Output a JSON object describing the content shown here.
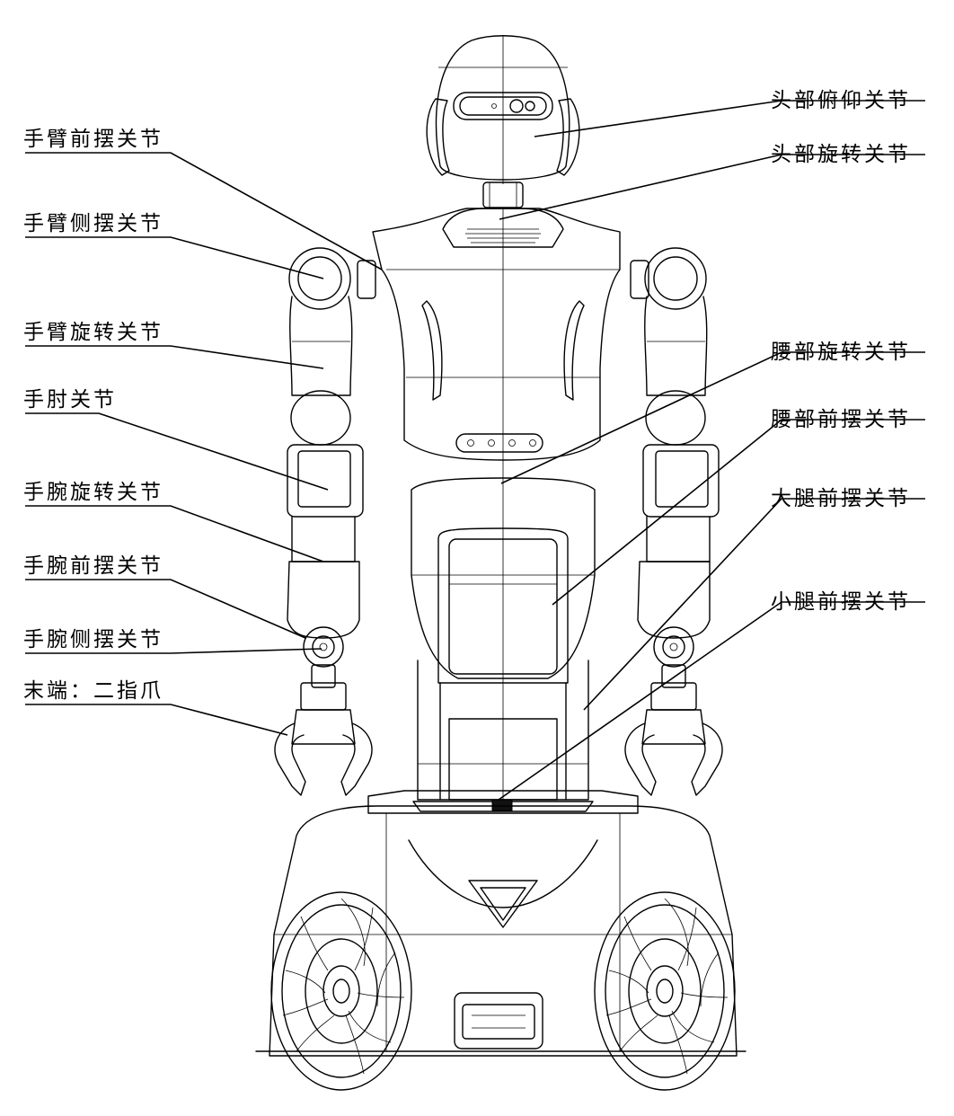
{
  "labels": {
    "left": [
      "手臂前摆关节",
      "手臂侧摆关节",
      "手臂旋转关节",
      "手肘关节",
      "手腕旋转关节",
      "手腕前摆关节",
      "手腕侧摆关节",
      "末端：二指爪"
    ],
    "right": [
      "头部俯仰关节",
      "头部旋转关节",
      "腰部旋转关节",
      "腰部前摆关节",
      "大腿前摆关节",
      "小腿前摆关节"
    ]
  }
}
